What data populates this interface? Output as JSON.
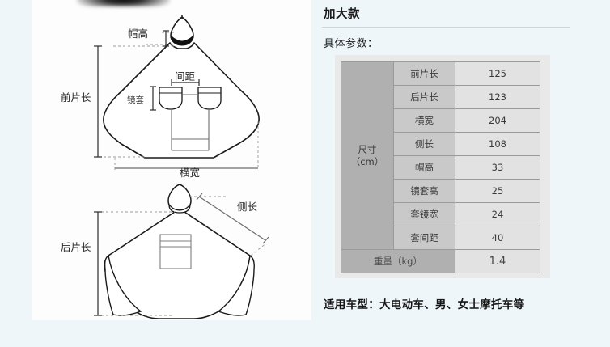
{
  "spec": {
    "title": "加大款",
    "subtitle": "具体参数：",
    "table": {
      "row_header": "尺寸",
      "row_header_unit": "（cm）",
      "rows": [
        {
          "label": "前片长",
          "value": "125"
        },
        {
          "label": "后片长",
          "value": "123"
        },
        {
          "label": "横宽",
          "value": "204"
        },
        {
          "label": "侧长",
          "value": "108"
        },
        {
          "label": "帽高",
          "value": "33"
        },
        {
          "label": "镜套高",
          "value": "25"
        },
        {
          "label": "套镜宽",
          "value": "24"
        },
        {
          "label": "套间距",
          "value": "40"
        }
      ],
      "weight_label": "重量（kg）",
      "weight_value": "1.4"
    },
    "footer": "适用车型：大电动车、男、女士摩托车等"
  },
  "diagram": {
    "front": {
      "hat_height": "帽高",
      "front_length": "前片长",
      "spacing": "间距",
      "mirror_sleeve": "镜套",
      "width": "横宽"
    },
    "back": {
      "back_length": "后片长",
      "side_length": "侧长"
    }
  },
  "colors": {
    "page_bg": "#eef6f9",
    "panel_bg": "#fdfdfd",
    "table_wrap": "#e9e9e9",
    "head_cell": "#b0b0b0",
    "label_cell": "#c9c9c9",
    "value_cell": "#e2e2e2",
    "cell_border": "#9a9a9a",
    "stroke": "#1a1a1a"
  }
}
